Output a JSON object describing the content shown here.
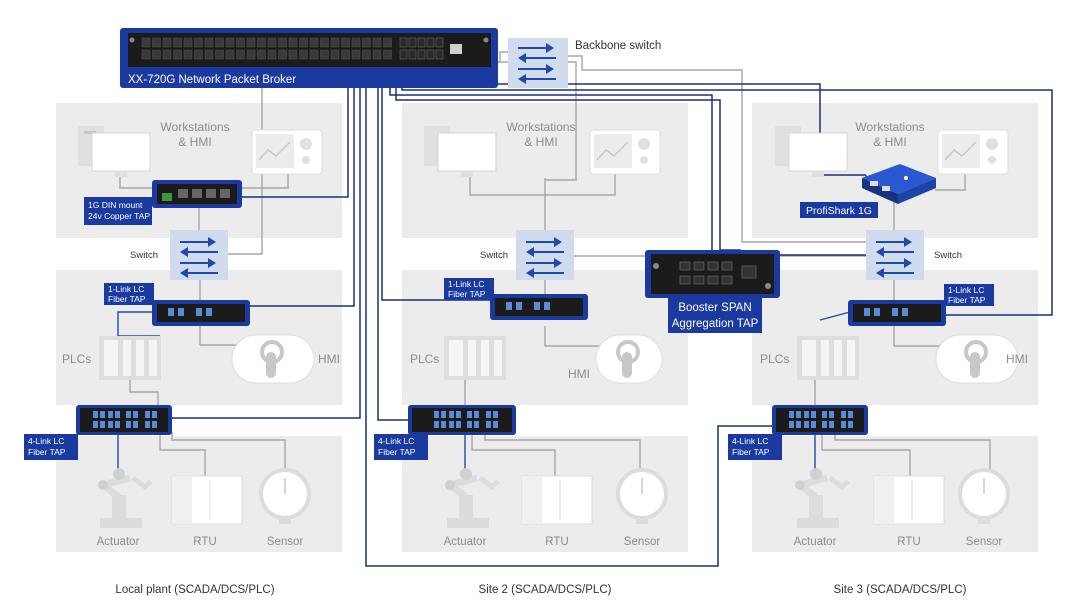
{
  "npb": {
    "title": "XX-720G Network Packet Broker"
  },
  "backbone": {
    "label": "Backbone switch"
  },
  "sites": [
    {
      "name": "Local plant (SCADA/DCS/PLC)",
      "workstations_label": [
        "Workstations",
        "& HMI"
      ],
      "switch_label": "Switch",
      "plcs_label": "PLCs",
      "hmi_label": "HMI",
      "actuator_label": "Actuator",
      "rtu_label": "RTU",
      "sensor_label": "Sensor",
      "copper_tap_label": [
        "1G DIN mount",
        "24v Copper TAP"
      ],
      "one_link_label": [
        "1-Link LC",
        "Fiber TAP"
      ],
      "four_link_label": [
        "4-Link LC",
        "Fiber TAP"
      ]
    },
    {
      "name": "Site 2 (SCADA/DCS/PLC)",
      "workstations_label": [
        "Workstations",
        "& HMI"
      ],
      "switch_label": "Switch",
      "plcs_label": "PLCs",
      "hmi_label": "HMI",
      "actuator_label": "Actuator",
      "rtu_label": "RTU",
      "sensor_label": "Sensor",
      "one_link_label": [
        "1-Link LC",
        "Fiber TAP"
      ],
      "four_link_label": [
        "4-Link LC",
        "Fiber TAP"
      ],
      "booster_label": [
        "Booster SPAN",
        "Aggregation TAP"
      ]
    },
    {
      "name": "Site 3 (SCADA/DCS/PLC)",
      "workstations_label": [
        "Workstations",
        "& HMI"
      ],
      "switch_label": "Switch",
      "plcs_label": "PLCs",
      "hmi_label": "HMI",
      "actuator_label": "Actuator",
      "rtu_label": "RTU",
      "sensor_label": "Sensor",
      "one_link_label": [
        "1-Link LC",
        "Fiber TAP"
      ],
      "four_link_label": [
        "4-Link LC",
        "Fiber TAP"
      ],
      "profishark_label": "ProfiShark 1G"
    }
  ],
  "colors": {
    "brand_blue": "#1f49a8",
    "navy": "#14296e",
    "zone_gray": "#ececec",
    "switch_blue": "#d0dcee"
  }
}
